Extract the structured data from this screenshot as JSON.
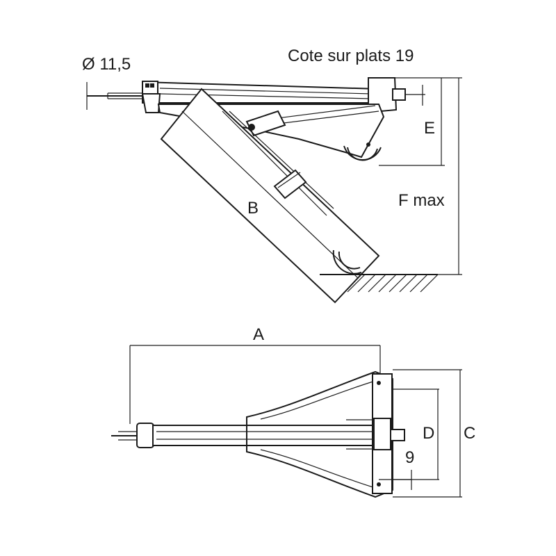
{
  "side_view": {
    "label_diameter": "Ø 11,5",
    "label_flats": "Cote sur plats 19",
    "label_e": "E",
    "label_b": "B",
    "label_fmax": "F max"
  },
  "top_view": {
    "label_a": "A",
    "label_c": "C",
    "label_d": "D",
    "label_9": "9"
  },
  "colors": {
    "line": "#1a1a1a",
    "background": "#ffffff"
  }
}
